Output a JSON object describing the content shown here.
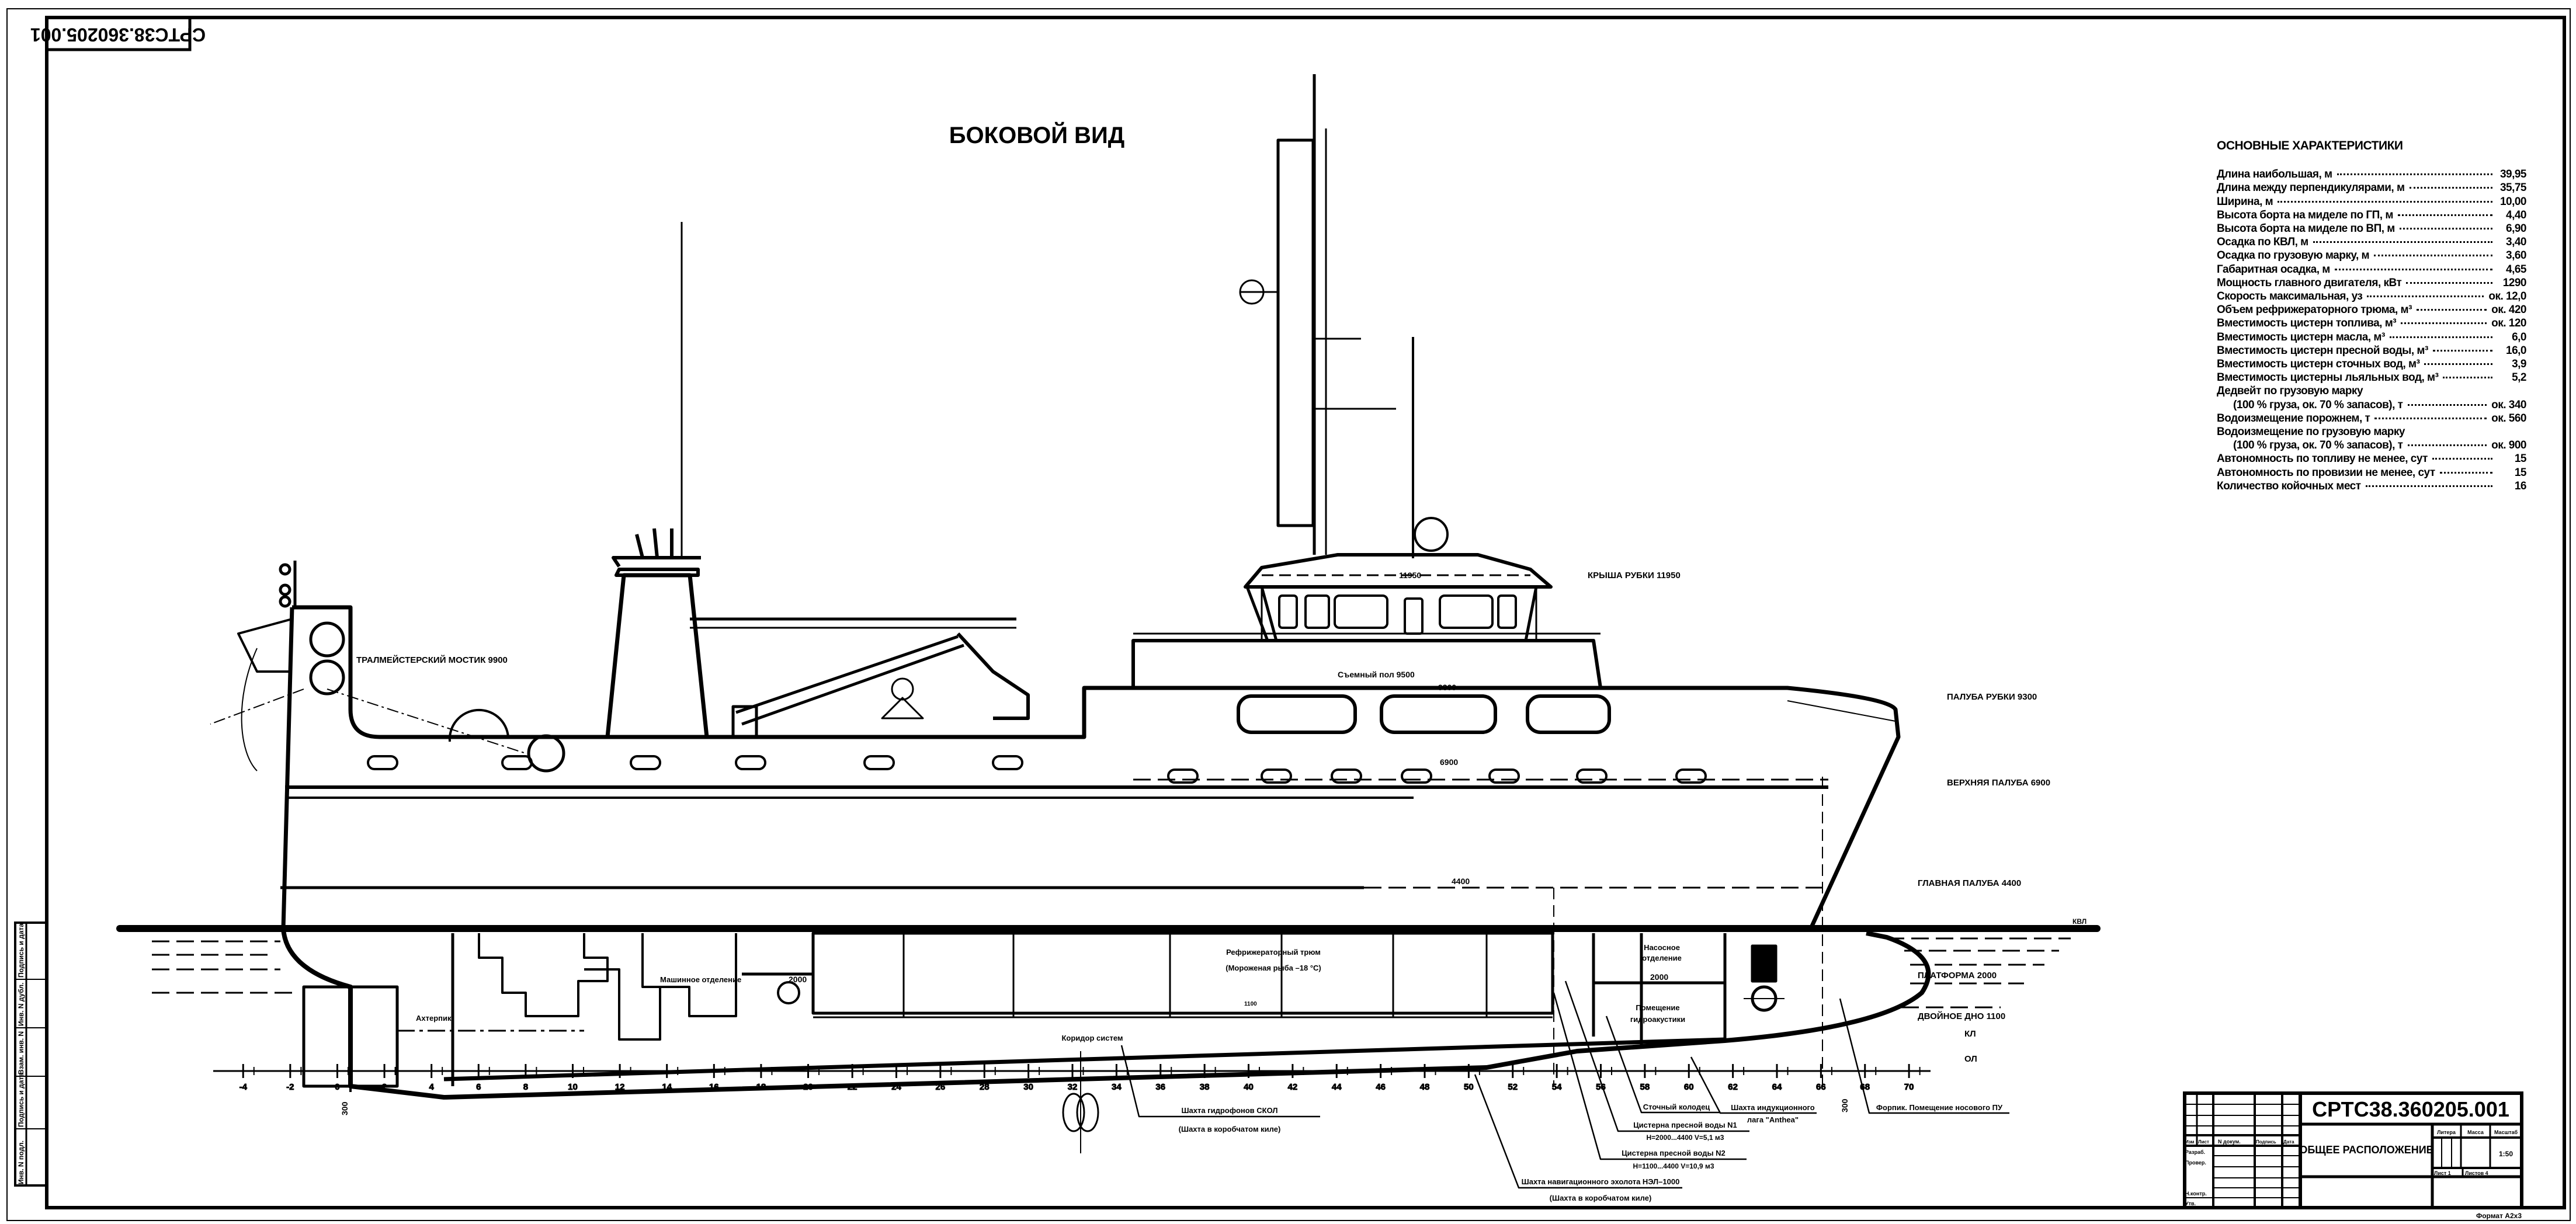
{
  "sheet": {
    "code": "СРТС38.360205.001",
    "view_title": "БОКОВОЙ ВИД",
    "format": "Формат А2x3"
  },
  "side_stamp": [
    "Инв. N подл.",
    "Подпись и дата",
    "Взам. инв. N",
    "Инв. N дубл.",
    "Подпись и дата"
  ],
  "specs": {
    "title": "ОСНОВНЫЕ ХАРАКТЕРИСТИКИ",
    "rows": [
      {
        "label": "Длина наибольшая, м",
        "value": "39,95"
      },
      {
        "label": "Длина между перпендикулярами, м",
        "value": "35,75"
      },
      {
        "label": "Ширина, м",
        "value": "10,00"
      },
      {
        "label": "Высота борта на миделе по ГП, м",
        "value": "4,40"
      },
      {
        "label": "Высота борта на миделе по ВП, м",
        "value": "6,90"
      },
      {
        "label": "Осадка по КВЛ, м",
        "value": "3,40"
      },
      {
        "label": "Осадка по грузовую марку, м",
        "value": "3,60"
      },
      {
        "label": "Габаритная осадка, м",
        "value": "4,65"
      },
      {
        "label": "Мощность главного двигателя, кВт",
        "value": "1290"
      },
      {
        "label": "Скорость максимальная, уз",
        "value": "ок. 12,0"
      },
      {
        "label": "Объем рефрижераторного трюма, м³",
        "value": "ок. 420"
      },
      {
        "label": "Вместимость цистерн топлива, м³",
        "value": "ок. 120"
      },
      {
        "label": "Вместимость цистерн масла, м³",
        "value": "6,0"
      },
      {
        "label": "Вместимость цистерн пресной воды, м³",
        "value": "16,0"
      },
      {
        "label": "Вместимость цистерн сточных вод, м³",
        "value": "3,9"
      },
      {
        "label": "Вместимость цистерны льяльных вод, м³",
        "value": "5,2"
      },
      {
        "label": "Дедвейт по грузовую марку",
        "value": ""
      },
      {
        "label": "(100 % груза, ок. 70 % запасов), т",
        "value": "ок. 340",
        "indent": true
      },
      {
        "label": "Водоизмещение порожнем, т",
        "value": "ок. 560"
      },
      {
        "label": "Водоизмещение по грузовую марку",
        "value": ""
      },
      {
        "label": "(100 % груза, ок. 70 % запасов), т",
        "value": "ок. 900",
        "indent": true
      },
      {
        "label": "Автономность по топливу не менее, сут",
        "value": "15"
      },
      {
        "label": "Автономность по провизии не менее, сут",
        "value": "15"
      },
      {
        "label": "Количество койочных мест",
        "value": "16"
      }
    ]
  },
  "levels": {
    "roof": "КРЫША РУБКИ 11950",
    "wheelhouse_deck": "ПАЛУБА РУБКИ 9300",
    "upper_deck": "ВЕРХНЯЯ ПАЛУБА 6900",
    "main_deck": "ГЛАВНАЯ ПАЛУБА 4400",
    "kvl": "КВЛ",
    "platform": "ПЛАТФОРМА 2000",
    "double_bottom": "ДВОЙНОЕ ДНО 1100",
    "kl": "КЛ",
    "ol": "ОЛ",
    "trawl_bridge": "ТРАЛМЕЙСТЕРСКИЙ МОСТИК 9900"
  },
  "dims": {
    "roof_11950": "11950",
    "floor_9500": "Съемный пол 9500",
    "deck_9300": "9300",
    "d6900": "6900",
    "d4400": "4400",
    "er_2000": "2000",
    "pump_2000": "2000",
    "hold_1100": "1100",
    "stern_300": "300",
    "bow_300": "300"
  },
  "compartments": {
    "engine_room": "Машинное отделение",
    "afterpeak": "Ахтерпик",
    "hold_1": "Рефрижераторный трюм",
    "hold_2": "(Мороженая рыба –18 °С)",
    "corridor": "Коридор систем",
    "pump_room_1": "Насосное",
    "pump_room_2": "отделение",
    "sonar_1": "Помещение",
    "sonar_2": "гидроакустики"
  },
  "callouts": {
    "skol_1": "Шахта гидрофонов СКОЛ",
    "skol_2": "(Шахта в коробчатом киле)",
    "echo_1": "Шахта навигационного эхолота НЭЛ–1000",
    "echo_2": "(Шахта в коробчатом киле)",
    "fw2_1": "Цистерна пресной воды N2",
    "fw2_2": "H=1100...4400  V=10,9  м3",
    "fw1_1": "Цистерна пресной воды N1",
    "fw1_2": "H=2000...4400  V=5,1  м3",
    "sewage": "Сточный колодец",
    "log_1": "Шахта индукционного",
    "log_2": "лага \"Anthea\"",
    "forepeak": "Форпик. Помещение носового ПУ"
  },
  "frames": [
    -4,
    -2,
    0,
    2,
    4,
    6,
    8,
    10,
    12,
    14,
    16,
    18,
    20,
    22,
    24,
    26,
    28,
    30,
    32,
    34,
    36,
    38,
    40,
    42,
    44,
    46,
    48,
    50,
    52,
    54,
    56,
    58,
    60,
    62,
    64,
    66,
    68,
    70
  ],
  "title_block": {
    "code": "СРТС38.360205.001",
    "name": "ОБЩЕЕ  РАСПОЛОЖЕНИЕ",
    "hdr_izm": "Изм",
    "hdr_list": "Лист",
    "hdr_doc": "N докум.",
    "hdr_sign": "Подпись",
    "hdr_date": "Дата",
    "razrab": "Разраб.",
    "prover": "Провер.",
    "nkontr": "Н.контр.",
    "utv": "Утв.",
    "litera": "Литера",
    "massa": "Масса",
    "masshtab": "Масштаб",
    "scale": "1:50",
    "sheet": "Лист  1",
    "sheets": "Листов  4"
  }
}
